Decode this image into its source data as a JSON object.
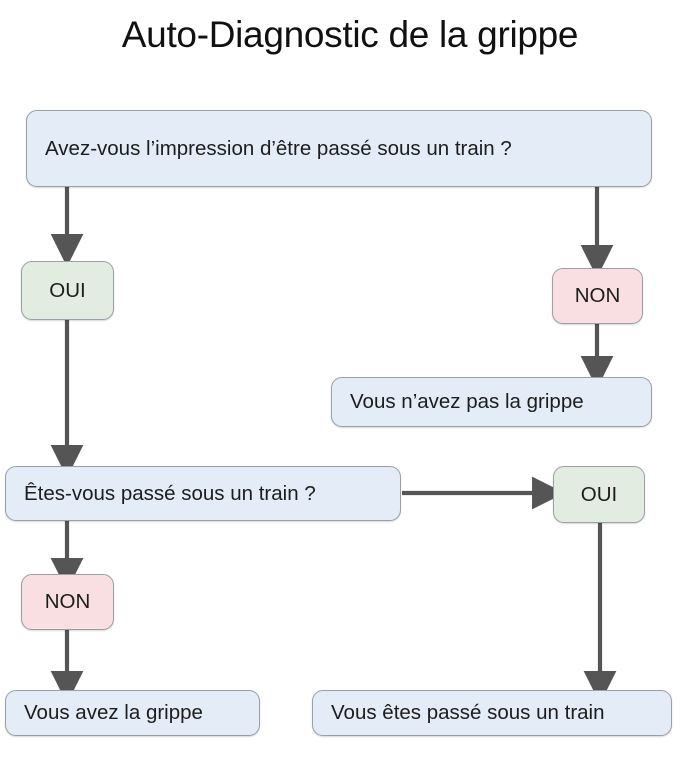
{
  "page": {
    "title": "Auto-Diagnostic de la grippe",
    "background_color": "#ffffff"
  },
  "palette": {
    "question_fill": "#e4ecf7",
    "yes_fill": "#e2ece0",
    "no_fill": "#f9dfe1",
    "node_border": "#9aa0a6",
    "edge_color": "#555555",
    "text_color": "#1d1d1d"
  },
  "flowchart": {
    "type": "decision-tree",
    "nodes": [
      {
        "id": "q1",
        "kind": "question",
        "text": "Avez-vous l’impression d’être passé sous un train ?"
      },
      {
        "id": "q1-yes",
        "kind": "answer-yes",
        "text": "OUI"
      },
      {
        "id": "q1-no",
        "kind": "answer-no",
        "text": "NON"
      },
      {
        "id": "r-no-flu",
        "kind": "result",
        "text": "Vous n’avez pas la grippe"
      },
      {
        "id": "q2",
        "kind": "question",
        "text": "Êtes-vous passé sous un train ?"
      },
      {
        "id": "q2-yes",
        "kind": "answer-yes",
        "text": "OUI"
      },
      {
        "id": "q2-no",
        "kind": "answer-no",
        "text": "NON"
      },
      {
        "id": "r-flu",
        "kind": "result",
        "text": "Vous avez la grippe"
      },
      {
        "id": "r-train",
        "kind": "result",
        "text": "Vous êtes passé sous un train"
      }
    ],
    "edges": [
      {
        "from": "q1",
        "to": "q1-yes",
        "direction": "down"
      },
      {
        "from": "q1",
        "to": "q1-no",
        "direction": "down"
      },
      {
        "from": "q1-no",
        "to": "r-no-flu",
        "direction": "down"
      },
      {
        "from": "q1-yes",
        "to": "q2",
        "direction": "down"
      },
      {
        "from": "q2",
        "to": "q2-yes",
        "direction": "right"
      },
      {
        "from": "q2",
        "to": "q2-no",
        "direction": "down"
      },
      {
        "from": "q2-no",
        "to": "r-flu",
        "direction": "down"
      },
      {
        "from": "q2-yes",
        "to": "r-train",
        "direction": "down"
      }
    ]
  }
}
